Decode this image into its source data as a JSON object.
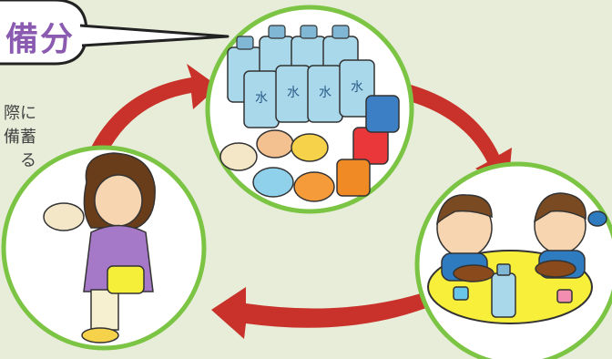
{
  "speech_bubble": {
    "text": "備分"
  },
  "side_text": {
    "lines": [
      "際に",
      "備蓄",
      "る"
    ]
  },
  "stock_items": {
    "water_bottle_label": "水"
  },
  "colors": {
    "background": "#e8edd9",
    "circle_border": "#7cc443",
    "arrow_red": "#c8322a",
    "bubble_text": "#8a5bb0"
  },
  "cycle": {
    "steps": [
      "stockpile",
      "eat-meals",
      "buy-more"
    ]
  }
}
